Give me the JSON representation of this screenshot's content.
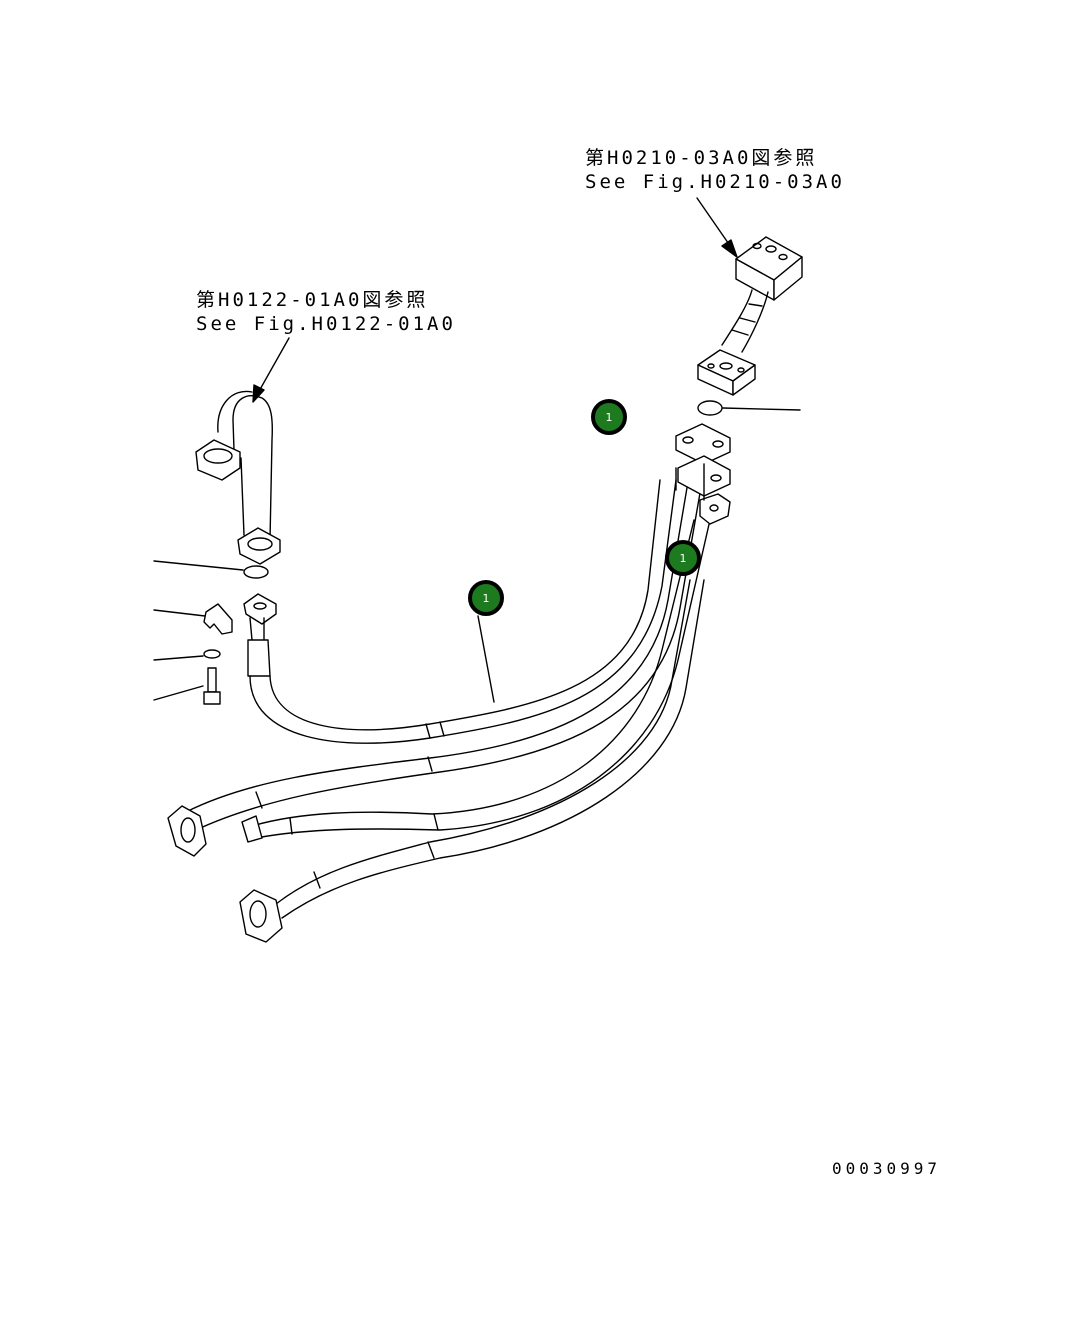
{
  "references": {
    "top_right": {
      "jp": "第H0210-03A0図参照",
      "en": "See Fig.H0210-03A0"
    },
    "left": {
      "jp": "第H0122-01A0図参照",
      "en": "See Fig.H0122-01A0"
    }
  },
  "callouts": [
    {
      "label": "1"
    },
    {
      "label": "1"
    },
    {
      "label": "1"
    }
  ],
  "drawing_number": "00030997",
  "colors": {
    "callout_fill": "#1e7a1e",
    "callout_border": "#000000",
    "line": "#000000"
  }
}
